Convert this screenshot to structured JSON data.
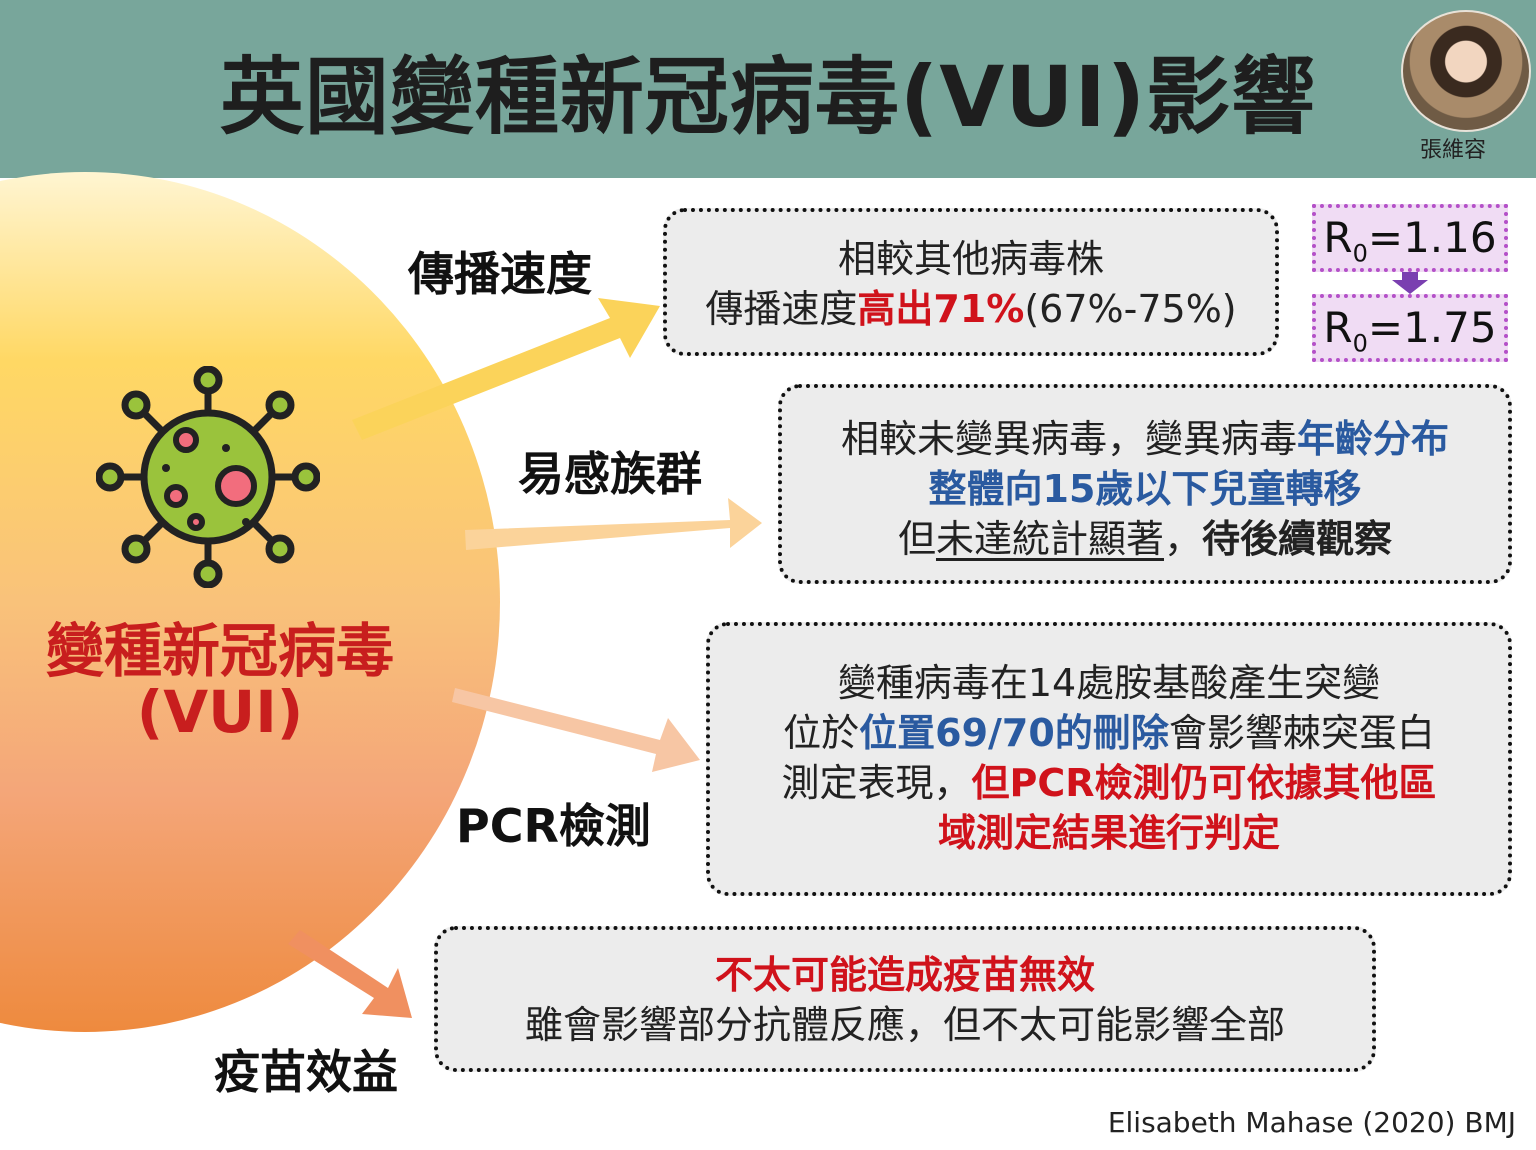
{
  "header": {
    "title": "英國變種新冠病毒(VUI)影響",
    "author": "張維容"
  },
  "center": {
    "name_line1": "變種新冠病毒",
    "name_line2": "(VUI)"
  },
  "labels": {
    "transmission": "傳播速度",
    "susceptible": "易感族群",
    "pcr": "PCR檢測",
    "vaccine": "疫苗效益"
  },
  "transmission_box": {
    "line1": "相較其他病毒株",
    "line2_a": "傳播速度",
    "line2_red": "高出71%",
    "line2_b": "(67%-75%)"
  },
  "r0": {
    "before_prefix": "R",
    "before_sub": "0",
    "before_value": "=1.16",
    "after_prefix": "R",
    "after_sub": "0",
    "after_value": "=1.75"
  },
  "susceptible_box": {
    "line1_a": "相較未變異病毒，變異病毒",
    "line1_blue": "年齡分布",
    "line2_blue": "整體向15歲以下兒童轉移",
    "line3_a": "但",
    "line3_ul": "未達統計顯著",
    "line3_b": "，",
    "line3_bold": "待後續觀察"
  },
  "pcr_box": {
    "line1": "變種病毒在14處胺基酸產生突變",
    "line2_a": "位於",
    "line2_blue": "位置69/70的刪除",
    "line2_b": "會影響棘突蛋白",
    "line3_a": "測定表現，",
    "line3_red": "但PCR檢測仍可依據其他區",
    "line4_red": "域測定結果進行判定"
  },
  "vaccine_box": {
    "line1_red": "不太可能造成疫苗無效",
    "line2": "雖會影響部分抗體反應，但不太可能影響全部"
  },
  "citation": "Elisabeth Mahase (2020) BMJ",
  "colors": {
    "header_bg": "#78a69b",
    "accent_red": "#d0121b",
    "accent_blue": "#2a5aa0",
    "r0_box": "#f0dcf4",
    "r0_border": "#b450c8"
  }
}
